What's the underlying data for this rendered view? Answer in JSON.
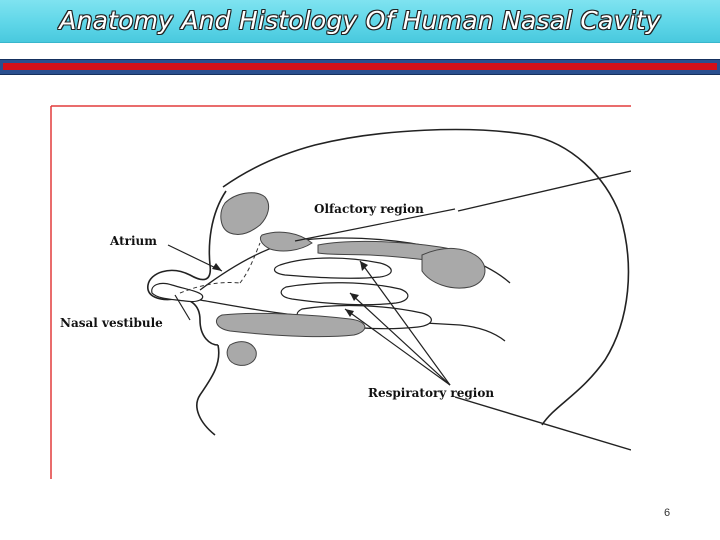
{
  "slide": {
    "title": "Anatomy And Histology Of Human Nasal Cavity",
    "page_number": "6"
  },
  "diagram": {
    "labels": {
      "olfactory": "Olfactory region",
      "atrium": "Atrium",
      "nasal_vestibule": "Nasal vestibule",
      "respiratory": "Respiratory region"
    }
  },
  "colors": {
    "title_bar": "#5fd6e8",
    "title_text": "#ffffff",
    "divider_blue": "#2a4f8f",
    "divider_red": "#d4101a",
    "figure_border": "#e23b3b",
    "shaded_tissue": "#a9a9a9"
  }
}
